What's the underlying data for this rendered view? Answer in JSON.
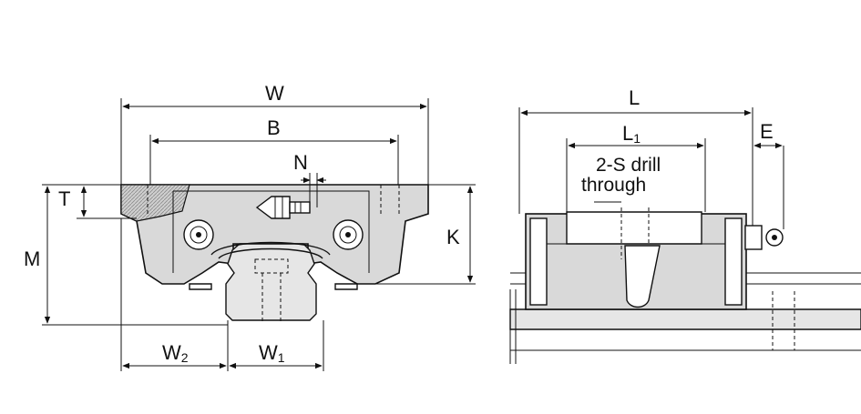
{
  "labels": {
    "W": "W",
    "B": "B",
    "N": "N",
    "T": "T",
    "M": "M",
    "K": "K",
    "W2_main": "W",
    "W2_sub": "2",
    "W1_main": "W",
    "W1_sub": "1",
    "L": "L",
    "L1_main": "L",
    "L1_sub": "1",
    "E": "E"
  },
  "note": {
    "line1": "2-S drill",
    "line2": "through"
  },
  "colors": {
    "ink": "#111111",
    "body": "#d9d9d9",
    "hatch": "#bcbcbc"
  }
}
